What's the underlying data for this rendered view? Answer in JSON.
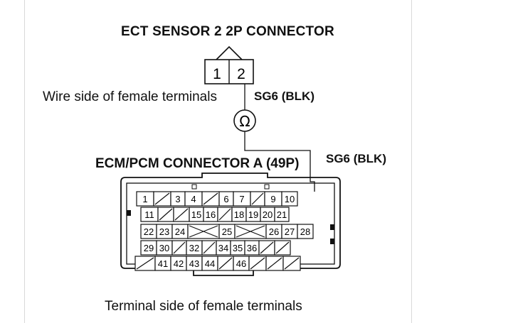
{
  "labels": {
    "ect_title": "ECT SENSOR 2 2P CONNECTOR",
    "wire_side": "Wire side of female terminals",
    "sg6_top": "SG6 (BLK)",
    "ecm_title": "ECM/PCM CONNECTOR A (49P)",
    "sg6_right": "SG6 (BLK)",
    "terminal_side": "Terminal side of female terminals",
    "ohm_symbol": "Ω"
  },
  "ect_connector": {
    "pins": [
      "1",
      "2"
    ]
  },
  "ecm_connector": {
    "rows": [
      [
        "1",
        "/",
        "3",
        "4",
        "/",
        "6",
        "7",
        "/",
        "9",
        "10"
      ],
      [
        "11",
        "/",
        "/",
        "15",
        "16",
        "/",
        "18",
        "19",
        "20",
        "21"
      ],
      [
        "22",
        "23",
        "24",
        "x",
        "25",
        "x",
        "26",
        "27",
        "28"
      ],
      [
        "29",
        "30",
        "/",
        "32",
        "/",
        "34",
        "35",
        "36",
        "/",
        "/"
      ],
      [
        "/",
        "41",
        "42",
        "43",
        "44",
        "/",
        "46",
        "/",
        "/",
        "/"
      ]
    ]
  }
}
